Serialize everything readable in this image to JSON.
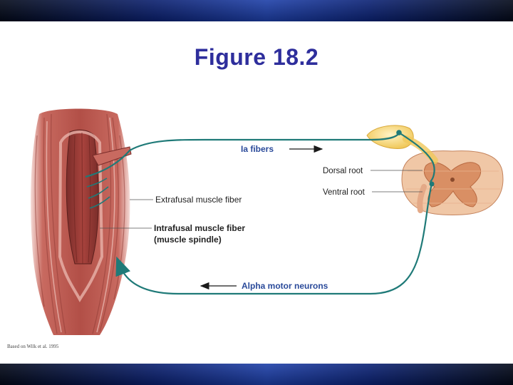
{
  "slide": {
    "title": "Figure 18.2"
  },
  "diagram": {
    "labels": {
      "ia_fibers": "Ia fibers",
      "dorsal_root": "Dorsal root",
      "ventral_root": "Ventral root",
      "extrafusal": "Extrafusal muscle fiber",
      "intrafusal_line1": "Intrafusal muscle fiber",
      "intrafusal_line2": "(muscle spindle)",
      "alpha_motor": "Alpha motor neurons"
    },
    "credit": "Based on Wilk et al. 1995",
    "colors": {
      "nerve": "#1f7a78",
      "muscle": "#b9574f",
      "muscle_dark": "#7a2d2a",
      "ganglion": "#f2cf6a",
      "spinal_grey": "#d98f64",
      "spinal_white": "#f0c7a6",
      "title": "#2e2e9c",
      "band": "#0a1f6e"
    }
  }
}
